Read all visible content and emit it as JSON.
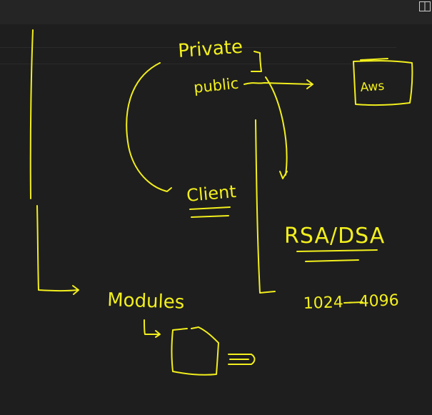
{
  "notes": {
    "private": "Private",
    "public": "public",
    "aws": "Aws",
    "client": "Client",
    "rsa_dsa": "RSA/DSA",
    "key_sizes": "1024 - 4096",
    "modules": "Modules"
  },
  "ink_color": "#f2ef1d",
  "icons": {
    "panel": "split-panel-icon"
  }
}
